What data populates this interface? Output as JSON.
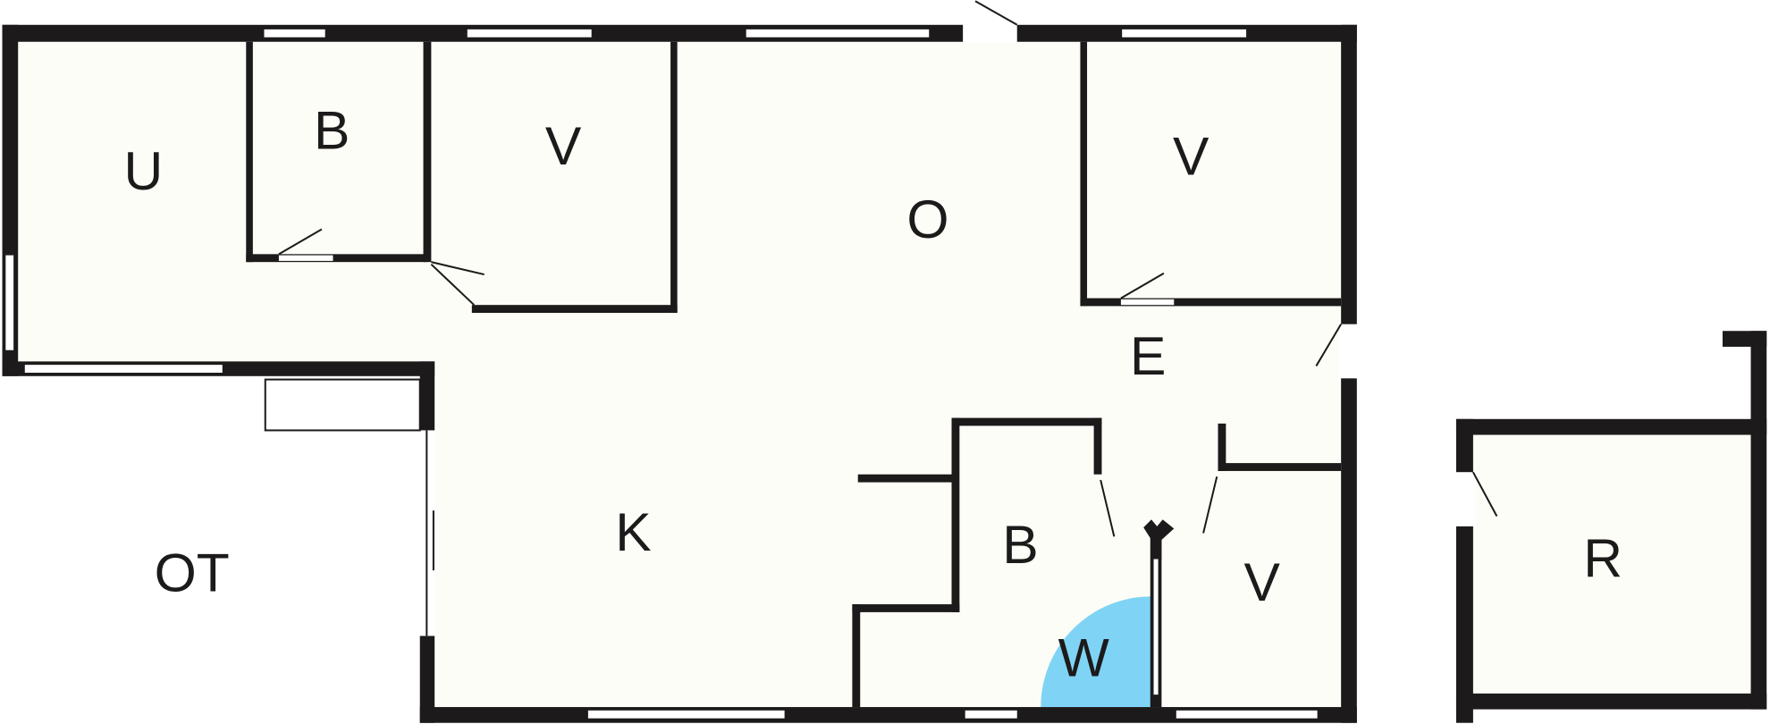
{
  "floorplan": {
    "rooms": {
      "utility": "U",
      "bath_top": "B",
      "bedroom_1": "V",
      "living": "O",
      "bedroom_2": "V",
      "entrance": "E",
      "kitchen": "K",
      "bath_bottom": "B",
      "bedroom_3": "V",
      "washer": "W",
      "terrace": "OT",
      "shed": "R"
    },
    "colors": {
      "wall": "#1c1a1a",
      "floor": "#fdfdf7",
      "washer_area": "#7fd4f5"
    }
  }
}
